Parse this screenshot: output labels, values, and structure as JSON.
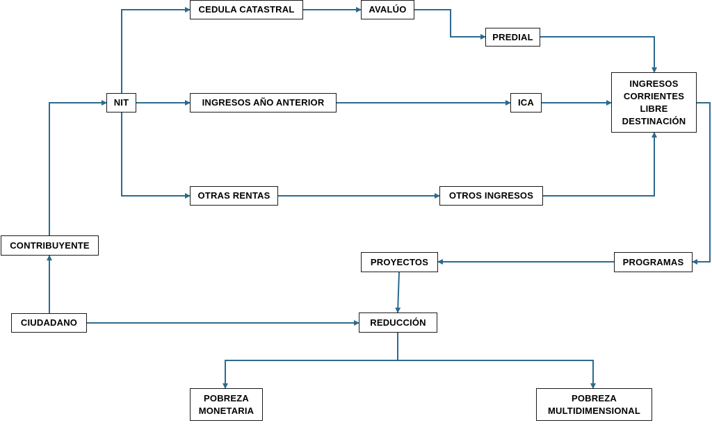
{
  "colors": {
    "connector": "#2b6a8e",
    "box_border": "#1a1a1a",
    "box_fill": "#ffffff",
    "text": "#000000"
  },
  "nodes": {
    "cedula_catastral": "CEDULA CATASTRAL",
    "avaluo": "AVALÚO",
    "predial": "PREDIAL",
    "nit": "NIT",
    "ingresos_ano_anterior": "INGRESOS AÑO ANTERIOR",
    "ica": "ICA",
    "ingresos_corrientes": "INGRESOS\nCORRIENTES\nLIBRE\nDESTINACIÓN",
    "otras_rentas": "OTRAS RENTAS",
    "otros_ingresos": "OTROS INGRESOS",
    "contribuyente": "CONTRIBUYENTE",
    "proyectos": "PROYECTOS",
    "programas": "PROGRAMAS",
    "ciudadano": "CIUDADANO",
    "reduccion": "REDUCCIÓN",
    "pobreza_monetaria": "POBREZA\nMONETARIA",
    "pobreza_multidimensional": "POBREZA\nMULTIDIMENSIONAL"
  },
  "edges": [
    [
      "ciudadano",
      "contribuyente"
    ],
    [
      "contribuyente",
      "nit"
    ],
    [
      "nit",
      "cedula_catastral"
    ],
    [
      "nit",
      "ingresos_ano_anterior"
    ],
    [
      "nit",
      "otras_rentas"
    ],
    [
      "cedula_catastral",
      "avaluo"
    ],
    [
      "avaluo",
      "predial"
    ],
    [
      "predial",
      "ingresos_corrientes"
    ],
    [
      "ingresos_ano_anterior",
      "ica"
    ],
    [
      "ica",
      "ingresos_corrientes"
    ],
    [
      "otras_rentas",
      "otros_ingresos"
    ],
    [
      "otros_ingresos",
      "ingresos_corrientes"
    ],
    [
      "ingresos_corrientes",
      "programas"
    ],
    [
      "programas",
      "proyectos"
    ],
    [
      "proyectos",
      "reduccion"
    ],
    [
      "ciudadano",
      "reduccion"
    ],
    [
      "reduccion",
      "pobreza_monetaria"
    ],
    [
      "reduccion",
      "pobreza_multidimensional"
    ]
  ]
}
